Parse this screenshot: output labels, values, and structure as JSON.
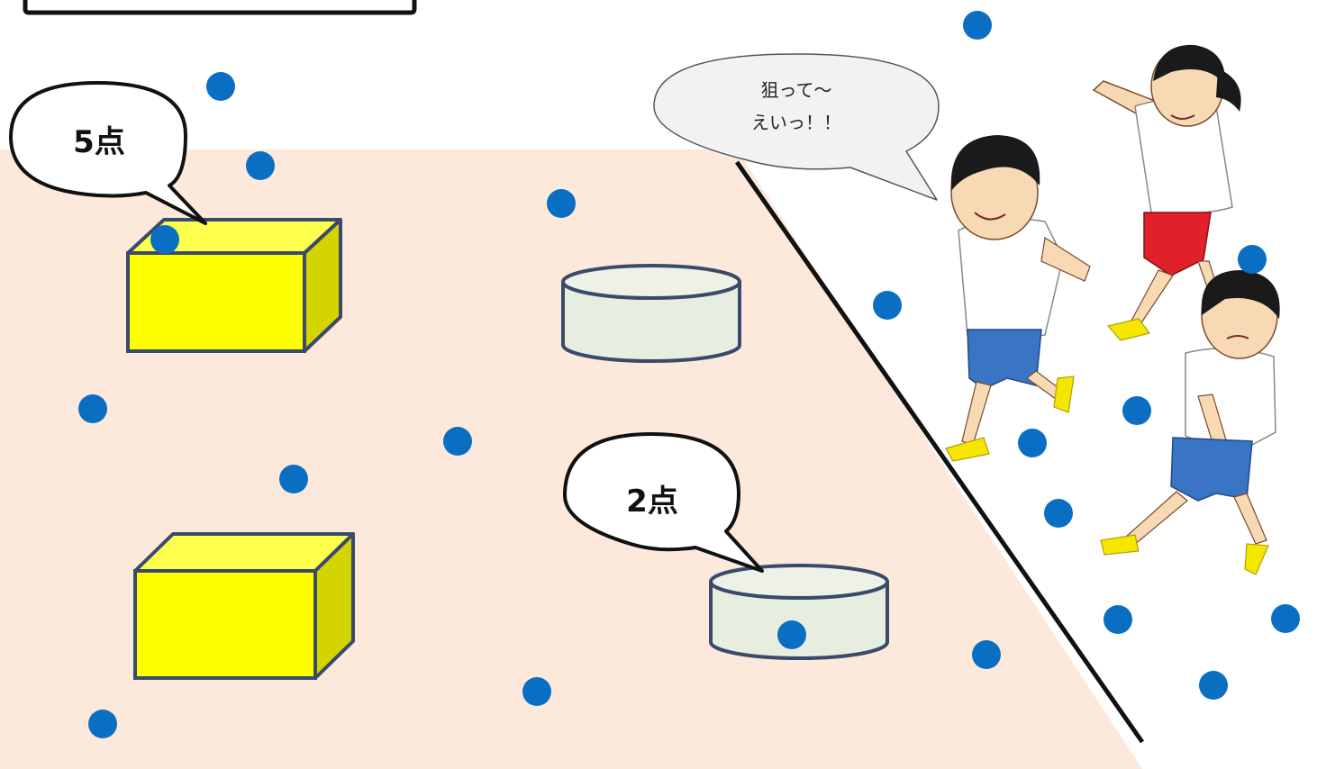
{
  "labels": {
    "box_points": "5点",
    "basket_points": "2点",
    "speech_line1": "狙って～",
    "speech_line2": "えいっ！！"
  },
  "colors": {
    "court": "#fce9dc",
    "box_front": "#ffff00",
    "box_top": "#ffff4d",
    "box_side": "#d4d400",
    "outline": "#3a4a6b",
    "basket": "#e8eedf",
    "ball": "#0a6fc2",
    "speech_bubble": "#f2f2f2"
  },
  "icons": [
    "child-pointing-icon",
    "child-throwing-icon",
    "child-running-icon",
    "ball-icon"
  ]
}
